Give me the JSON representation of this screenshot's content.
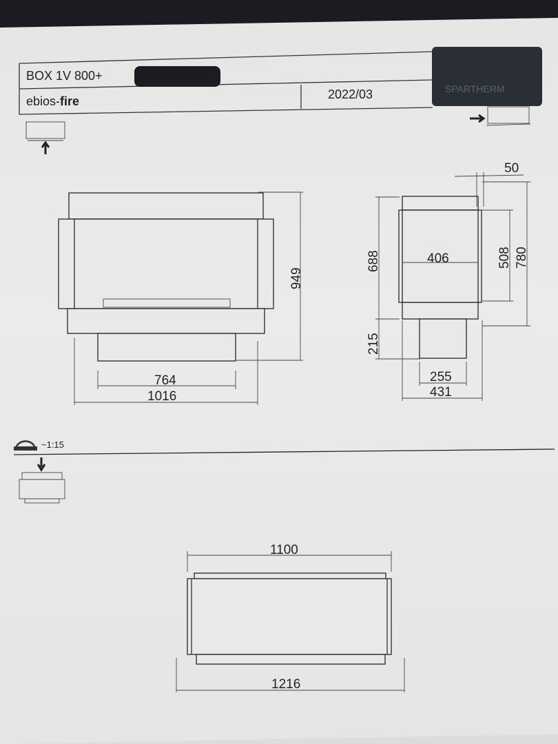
{
  "title_block": {
    "model": "BOX 1V 800+",
    "brand_prefix": "ebios-",
    "brand_suffix": "fire",
    "date": "2022/03",
    "redacted_logo_text": "SPARTHERM"
  },
  "front_view": {
    "height": "949",
    "inner_width": "764",
    "outer_width": "1016"
  },
  "side_view": {
    "top_offset": "50",
    "upper_height": "688",
    "depth_inner": "406",
    "opening_height": "508",
    "total_height": "780",
    "lower_height": "215",
    "lower_depth": "255",
    "total_depth": "431"
  },
  "scale": {
    "label": "~1:15"
  },
  "top_view": {
    "inner_width": "1100",
    "outer_width": "1216"
  }
}
